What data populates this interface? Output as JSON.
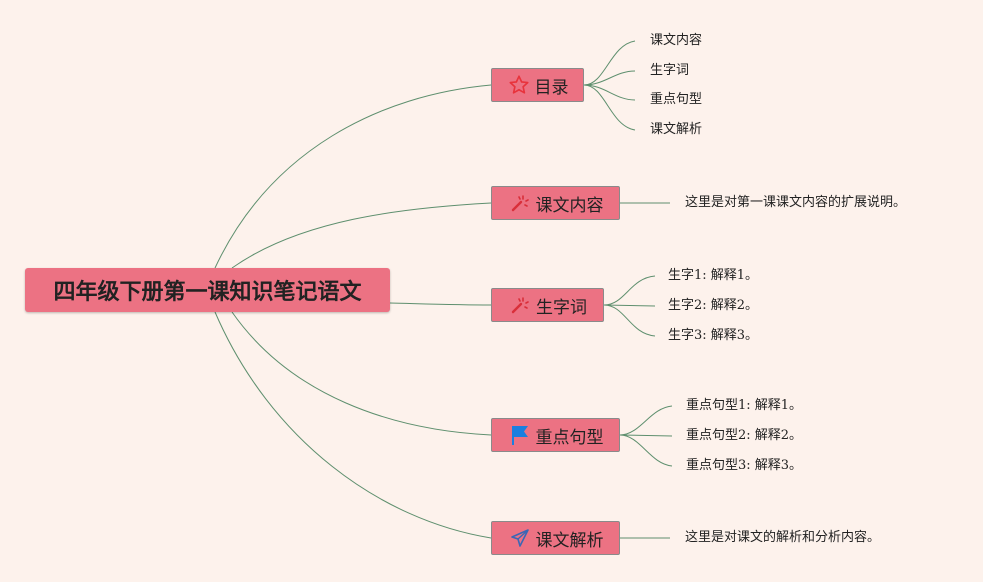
{
  "root": {
    "title": "四年级下册第一课知识笔记语文"
  },
  "branches": [
    {
      "label": "目录",
      "icon": "star-icon",
      "children": [
        "课文内容",
        "生字词",
        "重点句型",
        "课文解析"
      ]
    },
    {
      "label": "课文内容",
      "icon": "magic-wand-icon",
      "children": [
        "这里是对第一课课文内容的扩展说明。"
      ]
    },
    {
      "label": "生字词",
      "icon": "magic-wand-icon",
      "children": [
        "生字1: 解释1。",
        "生字2: 解释2。",
        "生字3: 解释3。"
      ]
    },
    {
      "label": "重点句型",
      "icon": "flag-icon",
      "children": [
        "重点句型1: 解释1。",
        "重点句型2: 解释2。",
        "重点句型3: 解释3。"
      ]
    },
    {
      "label": "课文解析",
      "icon": "paper-plane-icon",
      "children": [
        "这里是对课文的解析和分析内容。"
      ]
    }
  ],
  "colors": {
    "background": "#fdf2ec",
    "node_fill": "#ec7283",
    "connector": "#5e8f6e",
    "star_icon": "#e8333c",
    "wand_icon": "#d92f3a",
    "flag_icon": "#1a7fe0",
    "plane_icon": "#3b67b5"
  }
}
